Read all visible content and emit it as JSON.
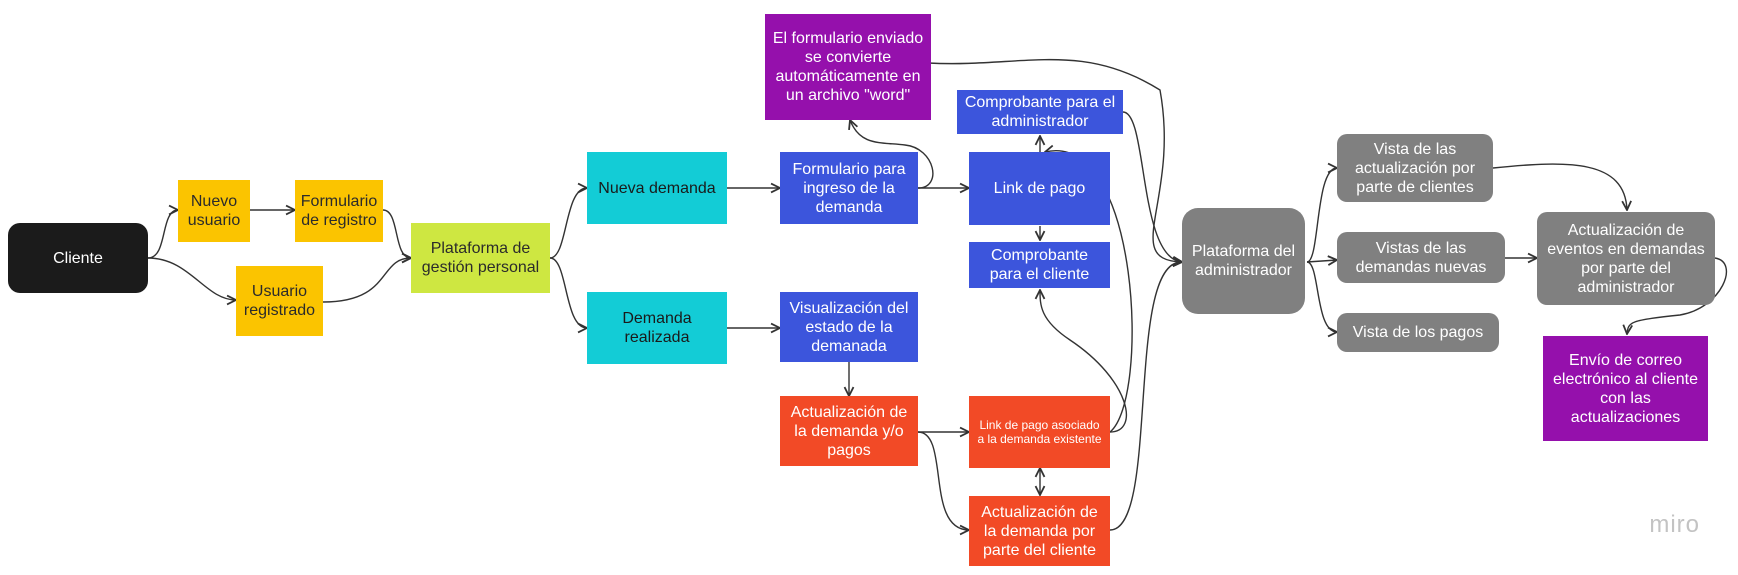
{
  "nodes": {
    "cliente": "Cliente",
    "nuevo_usuario": "Nuevo usuario",
    "formulario_registro": "Formulario de registro",
    "usuario_registrado": "Usuario registrado",
    "plataforma_gestion": "Plataforma de gestión personal",
    "nueva_demanda": "Nueva demanda",
    "demanda_realizada": "Demanda realizada",
    "formulario_ingreso": "Formulario para ingreso de la demanda",
    "formulario_word": "El formulario enviado se convierte automáticamente en un archivo \"word\"",
    "visualizacion_estado": "Visualización del estado de la demanada",
    "actualizacion_demanda_pagos": "Actualización de la demanda y/o pagos",
    "comprobante_admin": "Comprobante para el administrador",
    "link_pago": "Link de pago",
    "comprobante_cliente": "Comprobante para el cliente",
    "link_pago_asociado": "Link de pago asociado a la demanda existente",
    "actualizacion_por_cliente": "Actualización de la demanda por parte del cliente",
    "plataforma_admin": "Plataforma del administrador",
    "vista_actualizacion_clientes": "Vista de las actualización por parte de clientes",
    "vistas_demandas_nuevas": "Vistas de las demandas nuevas",
    "vista_pagos": "Vista de los pagos",
    "actualizacion_eventos": "Actualización de eventos en demandas por parte del administrador",
    "envio_correo": "Envío de correo electrónico al cliente con las actualizaciones"
  },
  "colors": {
    "black": "#1b1b1b",
    "yellow": "#fbc400",
    "lime": "#cee741",
    "cyan": "#13ccd6",
    "blue": "#3c55dc",
    "purple": "#9510ac",
    "orange": "#f24a26",
    "gray": "#808080",
    "connector": "#333333"
  },
  "watermark": "miro"
}
